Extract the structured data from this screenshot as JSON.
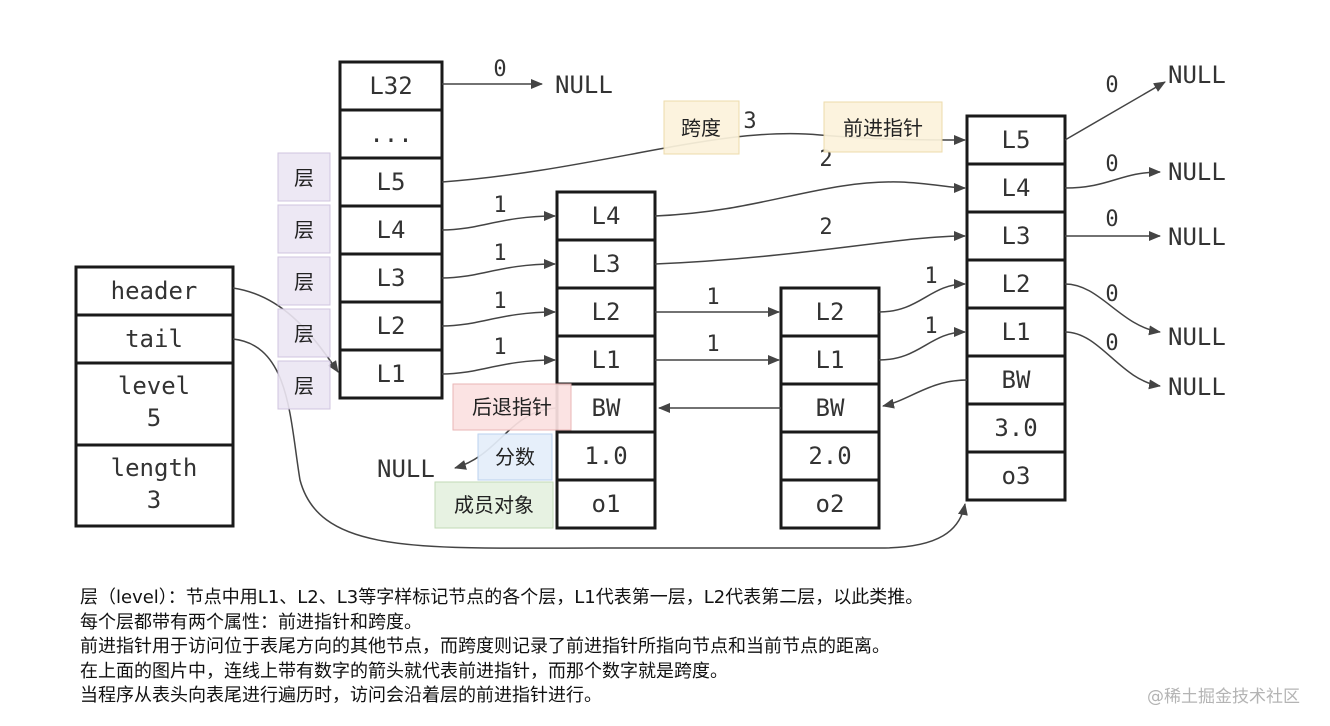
{
  "list_struct": {
    "header": "header",
    "tail": "tail",
    "level_label": "level",
    "level_value": "5",
    "length_label": "length",
    "length_value": "3"
  },
  "header_node": {
    "levels": [
      "L32",
      "...",
      "L5",
      "L4",
      "L3",
      "L2",
      "L1"
    ]
  },
  "node1": {
    "levels": [
      "L4",
      "L3",
      "L2",
      "L1"
    ],
    "backward": "BW",
    "score": "1.0",
    "member": "o1"
  },
  "node2": {
    "levels": [
      "L2",
      "L1"
    ],
    "backward": "BW",
    "score": "2.0",
    "member": "o2"
  },
  "node3": {
    "levels": [
      "L5",
      "L4",
      "L3",
      "L2",
      "L1"
    ],
    "backward": "BW",
    "score": "3.0",
    "member": "o3"
  },
  "null_text": "NULL",
  "spans": {
    "l32": "0",
    "l5_header": "3",
    "l4_header": "1",
    "l3_header": "1",
    "l2_header": "1",
    "l1_header": "1",
    "l4_node1": "2",
    "l3_node1": "2",
    "l2_node1": "1",
    "l1_node1": "1",
    "l2_node2": "1",
    "l1_node2": "1",
    "l5_node3": "0",
    "l4_node3": "0",
    "l3_node3": "0",
    "l2_node3": "0",
    "l1_node3": "0"
  },
  "annotations": {
    "layer": "层",
    "span": "跨度",
    "forward": "前进指针",
    "backward": "后退指针",
    "score": "分数",
    "member": "成员对象"
  },
  "colors": {
    "layer_fill": "#ece6f3",
    "layer_stroke": "#cbbfdc",
    "span_fill": "#fcf3dc",
    "span_stroke": "#ecd9a4",
    "backward_fill": "#fbe1e1",
    "backward_stroke": "#e9b0b0",
    "score_fill": "#e4eefa",
    "score_stroke": "#b6cfee",
    "member_fill": "#e6f1e0",
    "member_stroke": "#bcd7b0"
  },
  "notes": [
    "层（level）：节点中用L1、L2、L3等字样标记节点的各个层，L1代表第一层，L2代表第二层，以此类推。",
    "每个层都带有两个属性：前进指针和跨度。",
    "前进指针用于访问位于表尾方向的其他节点，而跨度则记录了前进指针所指向节点和当前节点的距离。",
    "在上面的图片中，连线上带有数字的箭头就代表前进指针，而那个数字就是跨度。",
    "当程序从表头向表尾进行遍历时，访问会沿着层的前进指针进行。"
  ],
  "watermark": "@稀土掘金技术社区"
}
